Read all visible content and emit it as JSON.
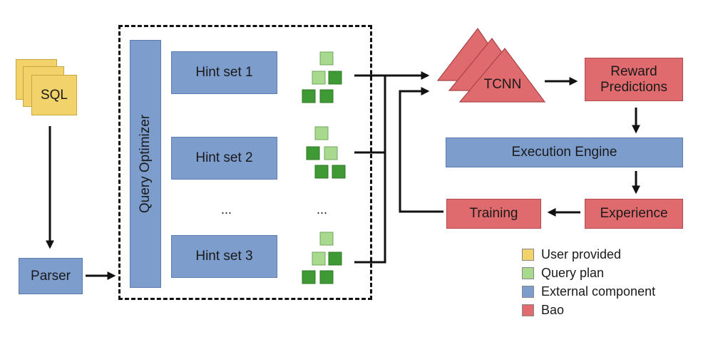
{
  "sql_label": "SQL",
  "parser_label": "Parser",
  "optimizer_label": "Query Optimizer",
  "hint_sets": [
    "Hint set 1",
    "Hint set 2",
    "Hint set 3"
  ],
  "ellipsis_left": "...",
  "ellipsis_right": "...",
  "tcnn_label": "TCNN",
  "reward_label": "Reward\nPredictions",
  "execution_label": "Execution Engine",
  "experience_label": "Experience",
  "training_label": "Training",
  "legend": [
    {
      "label": "User provided",
      "color": "#f2d26b"
    },
    {
      "label": "Query plan",
      "color": "#a8d98f"
    },
    {
      "label": "External component",
      "color": "#7d9dcc"
    },
    {
      "label": "Bao",
      "color": "#e06b6e"
    }
  ],
  "colors": {
    "user_provided": "#f2d26b",
    "query_plan_light": "#a8d98f",
    "query_plan_dark": "#3f9a35",
    "external": "#7d9dcc",
    "bao": "#e06b6e"
  }
}
